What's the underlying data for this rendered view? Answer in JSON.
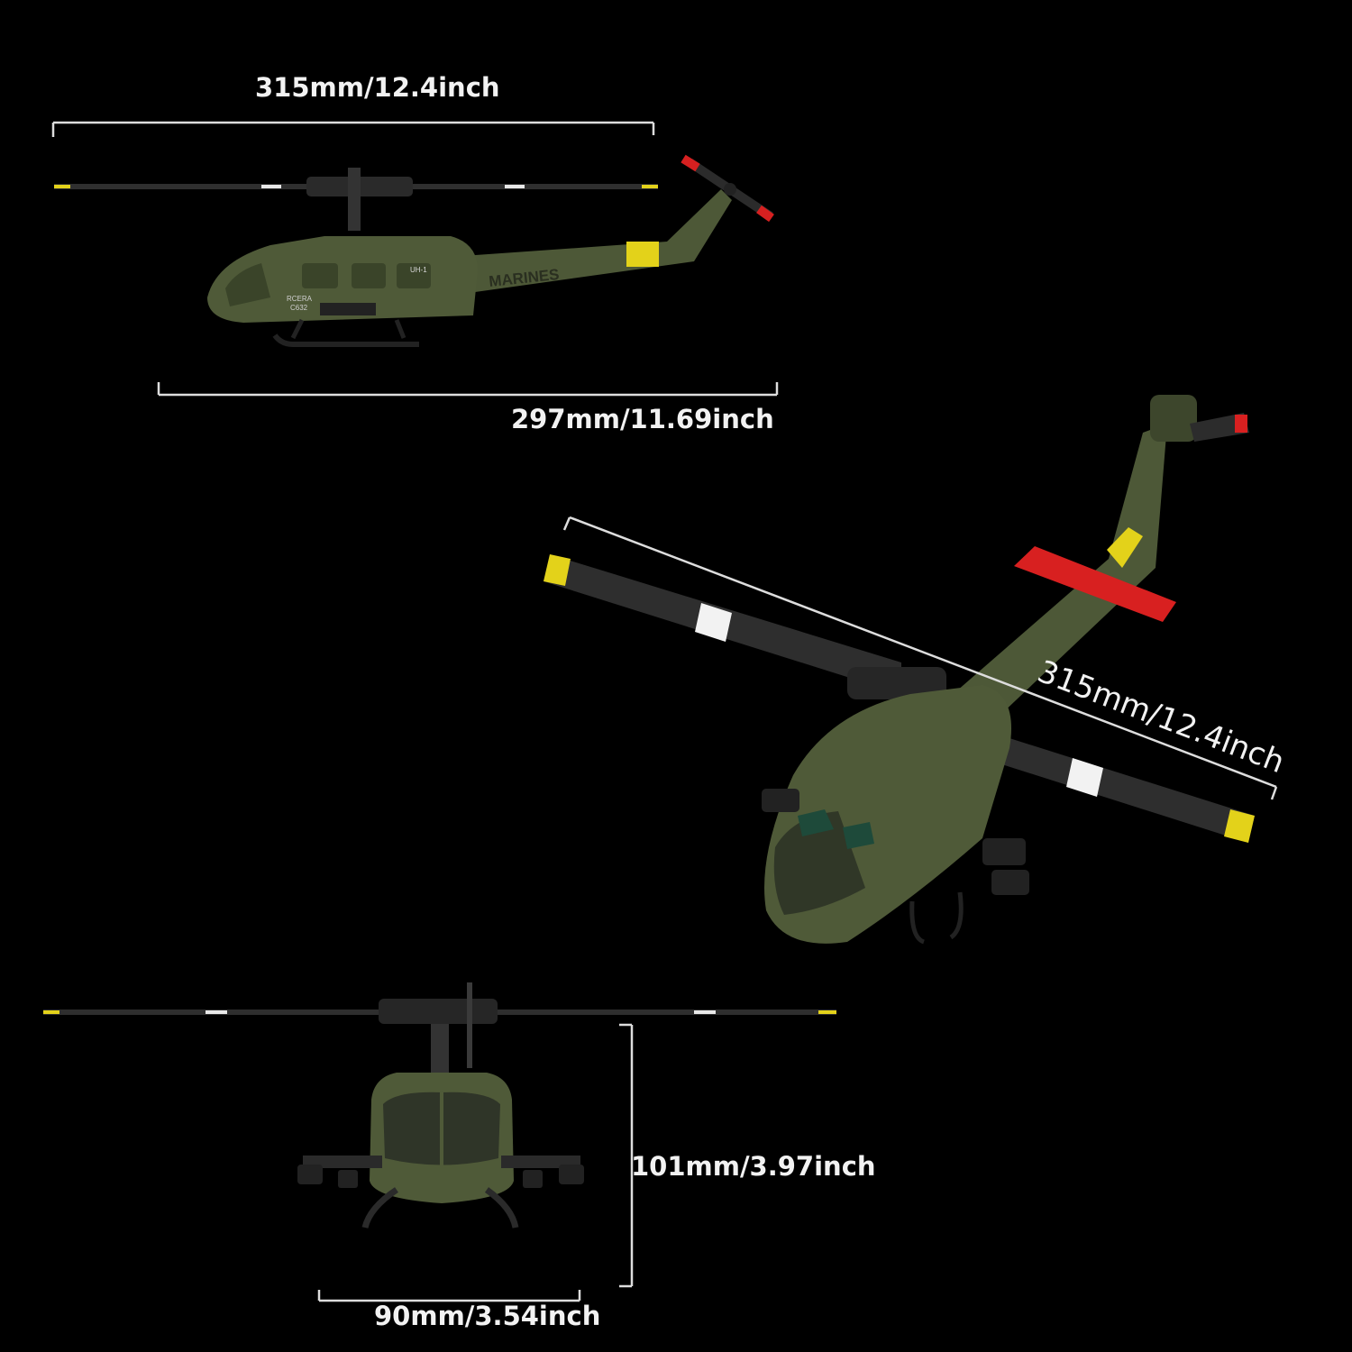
{
  "dimensions": {
    "side_rotor": "315mm/12.4inch",
    "side_length": "297mm/11.69inch",
    "top_rotor": "315mm/12.4inch",
    "front_height": "101mm/3.97inch",
    "front_width": "90mm/3.54inch"
  },
  "markings": {
    "fuselage_text": "MARINES",
    "model_tag": "UH-1",
    "brand": "RCERA",
    "code": "C632"
  },
  "colors": {
    "body": "#4f5a38",
    "body_dark": "#3a4429",
    "blade": "#2e2e2e",
    "tip": "#e3d21a",
    "stabilizer": "#d82020",
    "dimension_line": "#dddddd"
  }
}
